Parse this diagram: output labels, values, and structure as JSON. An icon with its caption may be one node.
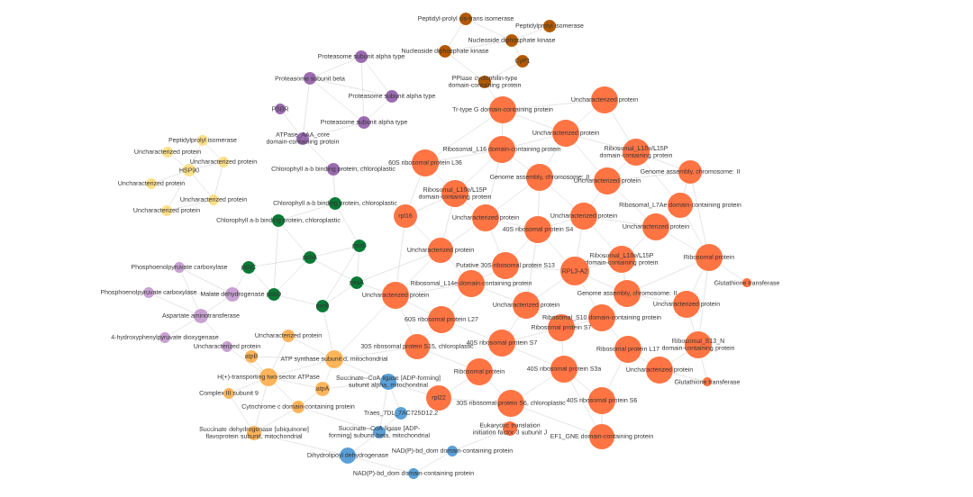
{
  "diagram": {
    "nodes": [
      {
        "text": [
          "Peptidyl-prolyl cis-trans isomerase"
        ]
      },
      {
        "text": [
          "Peptidylprolyl isomerase"
        ]
      },
      {
        "text": [
          "Nucleoside diphosphate kinase"
        ]
      },
      {
        "text": [
          "Nucleoside diphosphate kinase"
        ]
      },
      {
        "text": [
          "CyP1"
        ]
      },
      {
        "text": [
          "PPIase cyclophilin-type domain-containing protein"
        ]
      },
      {
        "text": [
          "Proteasome subunit alpha type"
        ]
      },
      {
        "text": [
          "Proteasome subunit beta"
        ]
      },
      {
        "text": [
          "Proteasome subunit alpha type"
        ]
      },
      {
        "text": [
          "PSBR"
        ]
      },
      {
        "text": [
          "Proteasome subunit alpha type"
        ]
      },
      {
        "text": [
          "ATPase_AAA_core domain-containing protein"
        ]
      },
      {
        "text": [
          "Chlorophyll a-b binding protein, chloroplastic"
        ]
      },
      {
        "text": [
          "Peptidylprolyl isomerase"
        ]
      },
      {
        "text": [
          "Uncharacterized protein"
        ]
      },
      {
        "text": [
          "Uncharacterized protein"
        ]
      },
      {
        "text": [
          "HSP90"
        ]
      },
      {
        "text": [
          "Uncharacterized protein"
        ]
      },
      {
        "text": [
          "Uncharacterized protein"
        ]
      },
      {
        "text": [
          "Uncharacterized protein"
        ]
      },
      {
        "text": [
          "Chlorophyll a-b binding protein, chloroplastic"
        ]
      },
      {
        "text": [
          "Chlorophyll a-b binding protein, chloroplastic"
        ]
      },
      {
        "text": [
          "psaB"
        ]
      },
      {
        "text": [
          "psbA"
        ]
      },
      {
        "text": [
          "psbC"
        ]
      },
      {
        "text": [
          "psaA"
        ]
      },
      {
        "text": [
          "psbD"
        ]
      },
      {
        "text": [
          "petB"
        ]
      },
      {
        "text": [
          "Phosphoenolpyruvate carboxylase"
        ]
      },
      {
        "text": [
          "Phosphoenolpyruvate carboxylase"
        ]
      },
      {
        "text": [
          "Malate dehydrogenase"
        ]
      },
      {
        "text": [
          "Aspartate aminotransferase"
        ]
      },
      {
        "text": [
          "4-hydroxyphenylpyruvate dioxygenase"
        ]
      },
      {
        "text": [
          "Uncharacterized protein"
        ]
      },
      {
        "text": [
          "Uncharacterized protein"
        ]
      },
      {
        "text": [
          "atpB"
        ]
      },
      {
        "text": [
          "ATP synthase subunit d, mitochondrial"
        ]
      },
      {
        "text": [
          "H(+)-transporting two-sector ATPase"
        ]
      },
      {
        "text": [
          "Complex III subunit 9"
        ]
      },
      {
        "text": [
          "atpA"
        ]
      },
      {
        "text": [
          "Cytochrome c domain-containing protein"
        ]
      },
      {
        "text": [
          "Succinate dehydrogenase [ubiquinone] flavoprotein subunit, mitochondrial"
        ]
      },
      {
        "text": [
          "Succinate--CoA ligase [ADP-forming] subunit alpha, mitochondrial"
        ]
      },
      {
        "text": [
          "Traes_7DL_7AC725D12.2"
        ]
      },
      {
        "text": [
          "Succinate--CoA ligase [ADP-forming] subunit beta, mitochondrial"
        ]
      },
      {
        "text": [
          "Dihydrolipoyl dehydrogenase"
        ]
      },
      {
        "text": [
          "NAD(P)-bd_dom domain-containing protein"
        ]
      },
      {
        "text": [
          "NAD(P)-bd_dom domain-containing protein"
        ]
      },
      {
        "text": [
          "Tr-type G domain-containing protein"
        ]
      },
      {
        "text": [
          "Uncharacterized protein"
        ]
      },
      {
        "text": [
          "Uncharacterized protein"
        ]
      },
      {
        "text": [
          "60S ribosomal protein L36"
        ]
      },
      {
        "text": [
          "Ribosomal_L16 domain-containing protein"
        ]
      },
      {
        "text": [
          "Ribosomal_L18e/L15P domain-containing protein"
        ]
      },
      {
        "text": [
          "Genome assembly, chromosome: II"
        ]
      },
      {
        "text": [
          "Uncharacterized protein"
        ]
      },
      {
        "text": [
          "Genome assembly, chromosome: II"
        ]
      },
      {
        "text": [
          "Ribosomal_L18e/L15P domain-containing protein"
        ]
      },
      {
        "text": [
          "Ribosomal_L7Ae domain-containing protein"
        ]
      },
      {
        "text": [
          "rpl16"
        ]
      },
      {
        "text": [
          "Uncharacterized protein"
        ]
      },
      {
        "text": [
          "Uncharacterized protein"
        ]
      },
      {
        "text": [
          "40S ribosomal protein S4"
        ]
      },
      {
        "text": [
          "Uncharacterized protein"
        ]
      },
      {
        "text": [
          "Uncharacterized protein"
        ]
      },
      {
        "text": [
          "Ribosomal_L18e/L15P domain-containing protein"
        ]
      },
      {
        "text": [
          "Ribosomal protein"
        ]
      },
      {
        "text": [
          "Glutathione transferase"
        ]
      },
      {
        "text": [
          "Putative 30S ribosomal protein S13"
        ]
      },
      {
        "text": [
          "RPL3-A2"
        ]
      },
      {
        "text": [
          "Ribosomal_L14e domain-containing protein"
        ]
      },
      {
        "text": [
          "Uncharacterized protein"
        ]
      },
      {
        "text": [
          "Genome assembly, chromosome: II"
        ]
      },
      {
        "text": [
          "Uncharacterized protein"
        ]
      },
      {
        "text": [
          "Uncharacterized protein"
        ]
      },
      {
        "text": [
          "60S ribosomal protein L27"
        ]
      },
      {
        "text": [
          "Ribosomal protein S7"
        ]
      },
      {
        "text": [
          "Ribosomal_S10 domain-containing protein"
        ]
      },
      {
        "text": [
          "Ribosomal_S13_N domain-containing protein"
        ]
      },
      {
        "text": [
          "30S ribosomal protein S15, chloroplastic"
        ]
      },
      {
        "text": [
          "40S ribosomal protein S7"
        ]
      },
      {
        "text": [
          "Ribosomal protein L17"
        ]
      },
      {
        "text": [
          "Ribosomal protein"
        ]
      },
      {
        "text": [
          "40S ribosomal protein S3a"
        ]
      },
      {
        "text": [
          "Uncharacterized protein"
        ]
      },
      {
        "text": [
          "Glutathione transferase"
        ]
      },
      {
        "text": [
          "rpl22"
        ]
      },
      {
        "text": [
          "30S ribosomal protein S6, chloroplastic"
        ]
      },
      {
        "text": [
          "40S ribosomal protein S6"
        ]
      },
      {
        "text": [
          "Eukaryotic translation initiation factor 3 subunit J"
        ]
      },
      {
        "text": [
          "EF1_GNE domain-containing protein"
        ]
      }
    ],
    "edges": [
      {
        "from": 0,
        "to": 3,
        "arrow": "none"
      },
      {
        "from": 0,
        "to": 2,
        "arrow": "none"
      },
      {
        "from": 1,
        "to": 2,
        "arrow": "none"
      },
      {
        "from": 2,
        "to": 4,
        "arrow": "none"
      },
      {
        "from": 3,
        "to": 5,
        "arrow": "none"
      },
      {
        "from": 2,
        "to": 3,
        "arrow": "none"
      },
      {
        "from": 4,
        "to": 5,
        "arrow": "none"
      },
      {
        "from": 6,
        "to": 7,
        "arrow": "none"
      },
      {
        "from": 6,
        "to": 8,
        "arrow": "none"
      },
      {
        "from": 6,
        "to": 10,
        "arrow": "none"
      },
      {
        "from": 7,
        "to": 8,
        "arrow": "none"
      },
      {
        "from": 7,
        "to": 11,
        "arrow": "none"
      },
      {
        "from": 8,
        "to": 10,
        "arrow": "none"
      },
      {
        "from": 9,
        "to": 11,
        "arrow": "none"
      },
      {
        "from": 10,
        "to": 11,
        "arrow": "none"
      },
      {
        "from": 7,
        "to": 10,
        "arrow": "none"
      },
      {
        "from": 11,
        "to": 12,
        "arrow": "none"
      },
      {
        "from": 13,
        "to": 16,
        "arrow": "none"
      },
      {
        "from": 14,
        "to": 16,
        "arrow": "none"
      },
      {
        "from": 15,
        "to": 16,
        "arrow": "none"
      },
      {
        "from": 16,
        "to": 17,
        "arrow": "none"
      },
      {
        "from": 16,
        "to": 18,
        "arrow": "none"
      },
      {
        "from": 16,
        "to": 19,
        "arrow": "none"
      },
      {
        "from": 15,
        "to": 18,
        "arrow": "none"
      },
      {
        "from": 18,
        "to": 19,
        "arrow": "none"
      },
      {
        "from": 13,
        "to": 15,
        "arrow": "none"
      },
      {
        "from": 20,
        "to": 22,
        "arrow": "none"
      },
      {
        "from": 21,
        "to": 23,
        "arrow": "none"
      },
      {
        "from": 22,
        "to": 23,
        "arrow": "none"
      },
      {
        "from": 22,
        "to": 25,
        "arrow": "none"
      },
      {
        "from": 23,
        "to": 24,
        "arrow": "none"
      },
      {
        "from": 23,
        "to": 26,
        "arrow": "none"
      },
      {
        "from": 24,
        "to": 26,
        "arrow": "none"
      },
      {
        "from": 25,
        "to": 27,
        "arrow": "none"
      },
      {
        "from": 23,
        "to": 25,
        "arrow": "none"
      },
      {
        "from": 26,
        "to": 27,
        "arrow": "none"
      },
      {
        "from": 22,
        "to": 27,
        "arrow": "none"
      },
      {
        "from": 20,
        "to": 21,
        "arrow": "none"
      },
      {
        "from": 21,
        "to": 26,
        "arrow": "none"
      },
      {
        "from": 28,
        "to": 31,
        "arrow": "none"
      },
      {
        "from": 29,
        "to": 30,
        "arrow": "none"
      },
      {
        "from": 30,
        "to": 31,
        "arrow": "none"
      },
      {
        "from": 31,
        "to": 32,
        "arrow": "none"
      },
      {
        "from": 28,
        "to": 30,
        "arrow": "none"
      },
      {
        "from": 31,
        "to": 33,
        "arrow": "none"
      },
      {
        "from": 29,
        "to": 31,
        "arrow": "none"
      },
      {
        "from": 34,
        "to": 36,
        "arrow": "none"
      },
      {
        "from": 35,
        "to": 37,
        "arrow": "none"
      },
      {
        "from": 36,
        "to": 37,
        "arrow": "none"
      },
      {
        "from": 36,
        "to": 39,
        "arrow": "none"
      },
      {
        "from": 37,
        "to": 38,
        "arrow": "none"
      },
      {
        "from": 37,
        "to": 39,
        "arrow": "none"
      },
      {
        "from": 37,
        "to": 40,
        "arrow": "none"
      },
      {
        "from": 39,
        "to": 40,
        "arrow": "none"
      },
      {
        "from": 37,
        "to": 41,
        "arrow": "none"
      },
      {
        "from": 38,
        "to": 41,
        "arrow": "none"
      },
      {
        "from": 40,
        "to": 41,
        "arrow": "none"
      },
      {
        "from": 34,
        "to": 37,
        "arrow": "none"
      },
      {
        "from": 35,
        "to": 36,
        "arrow": "none"
      },
      {
        "from": 42,
        "to": 44,
        "arrow": "none"
      },
      {
        "from": 43,
        "to": 44,
        "arrow": "none"
      },
      {
        "from": 42,
        "to": 43,
        "arrow": "none"
      },
      {
        "from": 44,
        "to": 45,
        "arrow": "none"
      },
      {
        "from": 45,
        "to": 47,
        "arrow": "none"
      },
      {
        "from": 46,
        "to": 47,
        "arrow": "none"
      },
      {
        "from": 33,
        "to": 37,
        "arrow": "none"
      },
      {
        "from": 36,
        "to": 42,
        "arrow": "none"
      },
      {
        "from": 39,
        "to": 42,
        "arrow": "none"
      },
      {
        "from": 41,
        "to": 45,
        "arrow": "none"
      },
      {
        "from": 40,
        "to": 44,
        "arrow": "none"
      },
      {
        "from": 24,
        "to": 30,
        "arrow": "none"
      },
      {
        "from": 27,
        "to": 36,
        "arrow": "none"
      },
      {
        "from": 12,
        "to": 20,
        "arrow": "none"
      },
      {
        "from": 12,
        "to": 51,
        "arrow": "none"
      },
      {
        "from": 5,
        "to": 48,
        "arrow": "none"
      },
      {
        "from": 48,
        "to": 50,
        "arrow": "none"
      },
      {
        "from": 48,
        "to": 52,
        "arrow": "none"
      },
      {
        "from": 48,
        "to": 51,
        "arrow": "none"
      },
      {
        "from": 48,
        "to": 49,
        "arrow": "none"
      },
      {
        "from": 49,
        "to": 50,
        "arrow": "none"
      },
      {
        "from": 49,
        "to": 53,
        "arrow": "none"
      },
      {
        "from": 50,
        "to": 52,
        "arrow": "none"
      },
      {
        "from": 50,
        "to": 53,
        "arrow": "none"
      },
      {
        "from": 50,
        "to": 54,
        "arrow": "none"
      },
      {
        "from": 50,
        "to": 55,
        "arrow": "none"
      },
      {
        "from": 51,
        "to": 52,
        "arrow": "none"
      },
      {
        "from": 51,
        "to": 57,
        "arrow": "none"
      },
      {
        "from": 51,
        "to": 59,
        "arrow": "none"
      },
      {
        "from": 52,
        "to": 54,
        "arrow": "none"
      },
      {
        "from": 52,
        "to": 57,
        "arrow": "none"
      },
      {
        "from": 52,
        "to": 60,
        "arrow": "none"
      },
      {
        "from": 53,
        "to": 55,
        "arrow": "none"
      },
      {
        "from": 53,
        "to": 56,
        "arrow": "none"
      },
      {
        "from": 53,
        "to": 58,
        "arrow": "none"
      },
      {
        "from": 54,
        "to": 55,
        "arrow": "none"
      },
      {
        "from": 54,
        "to": 60,
        "arrow": "none"
      },
      {
        "from": 54,
        "to": 62,
        "arrow": "none"
      },
      {
        "from": 55,
        "to": 56,
        "arrow": "none"
      },
      {
        "from": 55,
        "to": 61,
        "arrow": "none"
      },
      {
        "from": 55,
        "to": 63,
        "arrow": "none"
      },
      {
        "from": 56,
        "to": 58,
        "arrow": "none"
      },
      {
        "from": 56,
        "to": 66,
        "arrow": "none"
      },
      {
        "from": 57,
        "to": 59,
        "arrow": "none"
      },
      {
        "from": 57,
        "to": 60,
        "arrow": "none"
      },
      {
        "from": 57,
        "to": 64,
        "arrow": "none"
      },
      {
        "from": 58,
        "to": 63,
        "arrow": "none"
      },
      {
        "from": 58,
        "to": 66,
        "arrow": "none"
      },
      {
        "from": 59,
        "to": 64,
        "arrow": "none"
      },
      {
        "from": 59,
        "to": 71,
        "arrow": "none"
      },
      {
        "from": 60,
        "to": 62,
        "arrow": "none"
      },
      {
        "from": 60,
        "to": 64,
        "arrow": "none"
      },
      {
        "from": 60,
        "to": 68,
        "arrow": "none"
      },
      {
        "from": 61,
        "to": 62,
        "arrow": "none"
      },
      {
        "from": 61,
        "to": 63,
        "arrow": "none"
      },
      {
        "from": 61,
        "to": 65,
        "arrow": "none"
      },
      {
        "from": 61,
        "to": 69,
        "arrow": "none"
      },
      {
        "from": 62,
        "to": 68,
        "arrow": "none"
      },
      {
        "from": 62,
        "to": 69,
        "arrow": "none"
      },
      {
        "from": 63,
        "to": 65,
        "arrow": "none"
      },
      {
        "from": 63,
        "to": 66,
        "arrow": "none"
      },
      {
        "from": 64,
        "to": 70,
        "arrow": "none"
      },
      {
        "from": 64,
        "to": 71,
        "arrow": "none"
      },
      {
        "from": 65,
        "to": 69,
        "arrow": "none"
      },
      {
        "from": 65,
        "to": 72,
        "arrow": "none"
      },
      {
        "from": 66,
        "to": 67,
        "arrow": "none"
      },
      {
        "from": 66,
        "to": 73,
        "arrow": "none"
      },
      {
        "from": 66,
        "to": 78,
        "arrow": "none"
      },
      {
        "from": 68,
        "to": 69,
        "arrow": "none"
      },
      {
        "from": 68,
        "to": 70,
        "arrow": "none"
      },
      {
        "from": 68,
        "to": 74,
        "arrow": "none"
      },
      {
        "from": 69,
        "to": 72,
        "arrow": "none"
      },
      {
        "from": 69,
        "to": 74,
        "arrow": "none"
      },
      {
        "from": 70,
        "to": 71,
        "arrow": "none"
      },
      {
        "from": 70,
        "to": 75,
        "arrow": "none"
      },
      {
        "from": 70,
        "to": 74,
        "arrow": "none"
      },
      {
        "from": 71,
        "to": 75,
        "arrow": "none"
      },
      {
        "from": 71,
        "to": 79,
        "arrow": "none"
      },
      {
        "from": 72,
        "to": 73,
        "arrow": "none"
      },
      {
        "from": 72,
        "to": 77,
        "arrow": "none"
      },
      {
        "from": 73,
        "to": 78,
        "arrow": "none"
      },
      {
        "from": 74,
        "to": 76,
        "arrow": "none"
      },
      {
        "from": 74,
        "to": 80,
        "arrow": "none"
      },
      {
        "from": 75,
        "to": 79,
        "arrow": "none"
      },
      {
        "from": 75,
        "to": 80,
        "arrow": "none"
      },
      {
        "from": 76,
        "to": 77,
        "arrow": "none"
      },
      {
        "from": 76,
        "to": 80,
        "arrow": "none"
      },
      {
        "from": 76,
        "to": 83,
        "arrow": "none"
      },
      {
        "from": 77,
        "to": 81,
        "arrow": "none"
      },
      {
        "from": 78,
        "to": 84,
        "arrow": "none"
      },
      {
        "from": 78,
        "to": 85,
        "arrow": "none"
      },
      {
        "from": 79,
        "to": 82,
        "arrow": "none"
      },
      {
        "from": 80,
        "to": 82,
        "arrow": "none"
      },
      {
        "from": 80,
        "to": 83,
        "arrow": "none"
      },
      {
        "from": 81,
        "to": 84,
        "arrow": "none"
      },
      {
        "from": 81,
        "to": 88,
        "arrow": "none"
      },
      {
        "from": 82,
        "to": 86,
        "arrow": "none"
      },
      {
        "from": 82,
        "to": 87,
        "arrow": "none"
      },
      {
        "from": 83,
        "to": 87,
        "arrow": "none"
      },
      {
        "from": 83,
        "to": 88,
        "arrow": "none"
      },
      {
        "from": 84,
        "to": 85,
        "arrow": "none"
      },
      {
        "from": 86,
        "to": 87,
        "arrow": "none"
      },
      {
        "from": 87,
        "to": 90,
        "arrow": "none"
      },
      {
        "from": 88,
        "to": 90,
        "arrow": "none"
      },
      {
        "from": 83,
        "to": 90,
        "arrow": "none"
      },
      {
        "from": 62,
        "to": 74,
        "arrow": "none"
      },
      {
        "from": 54,
        "to": 61,
        "arrow": "none"
      },
      {
        "from": 69,
        "to": 77,
        "arrow": "none"
      },
      {
        "from": 66,
        "to": 72,
        "arrow": "none"
      },
      {
        "from": 71,
        "to": 36,
        "arrow": "none"
      },
      {
        "from": 79,
        "to": 36,
        "arrow": "none"
      },
      {
        "from": 86,
        "to": 42,
        "arrow": "none"
      },
      {
        "from": 89,
        "to": 46,
        "arrow": "none"
      },
      {
        "from": 64,
        "to": 25,
        "arrow": "none"
      },
      {
        "from": 71,
        "to": 25,
        "arrow": "none"
      },
      {
        "from": 87,
        "to": 89,
        "arrow": "none"
      }
    ]
  }
}
